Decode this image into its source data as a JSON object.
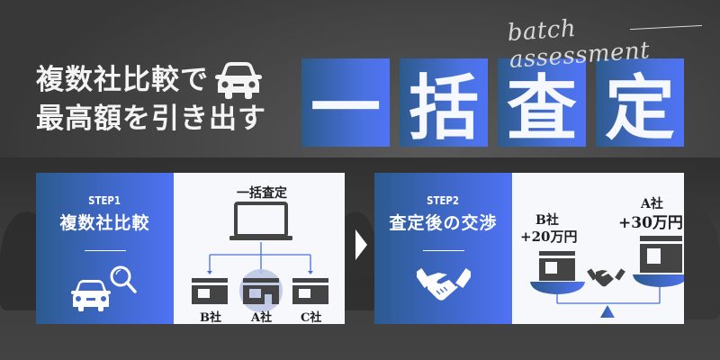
{
  "headline": {
    "line1": "複数社比較で",
    "line2": "最高額を引き出す",
    "car_icon": "car-front-icon"
  },
  "banner": {
    "tiles": [
      "一",
      "括",
      "査",
      "定"
    ],
    "script_subtitle": "batch assessment"
  },
  "steps": [
    {
      "label": "STEP1",
      "title": "複数社比較",
      "icon": "car-search-icon",
      "diagram": {
        "title": "一括査定",
        "device_icon": "laptop-icon",
        "companies": [
          {
            "label": "B社",
            "highlighted": false
          },
          {
            "label": "A社",
            "highlighted": true
          },
          {
            "label": "C社",
            "highlighted": false
          }
        ]
      }
    },
    {
      "label": "STEP2",
      "title": "査定後の交渉",
      "icon": "handshake-icon",
      "diagram": {
        "left_company": {
          "label": "B社",
          "amount": "+20万円"
        },
        "right_company": {
          "label": "A社",
          "amount": "+30万円"
        },
        "center_icon": "handshake-icon",
        "pivot_icon": "balance-scale-icon"
      }
    }
  ],
  "colors": {
    "tile_gradient_start": "#2d5a8c",
    "tile_gradient_end": "#4f73f5",
    "panel_bg": "#f7f8fc",
    "building": "#444444",
    "highlight_circle": "#bcc7e4",
    "connector": "#4a6fd8"
  }
}
